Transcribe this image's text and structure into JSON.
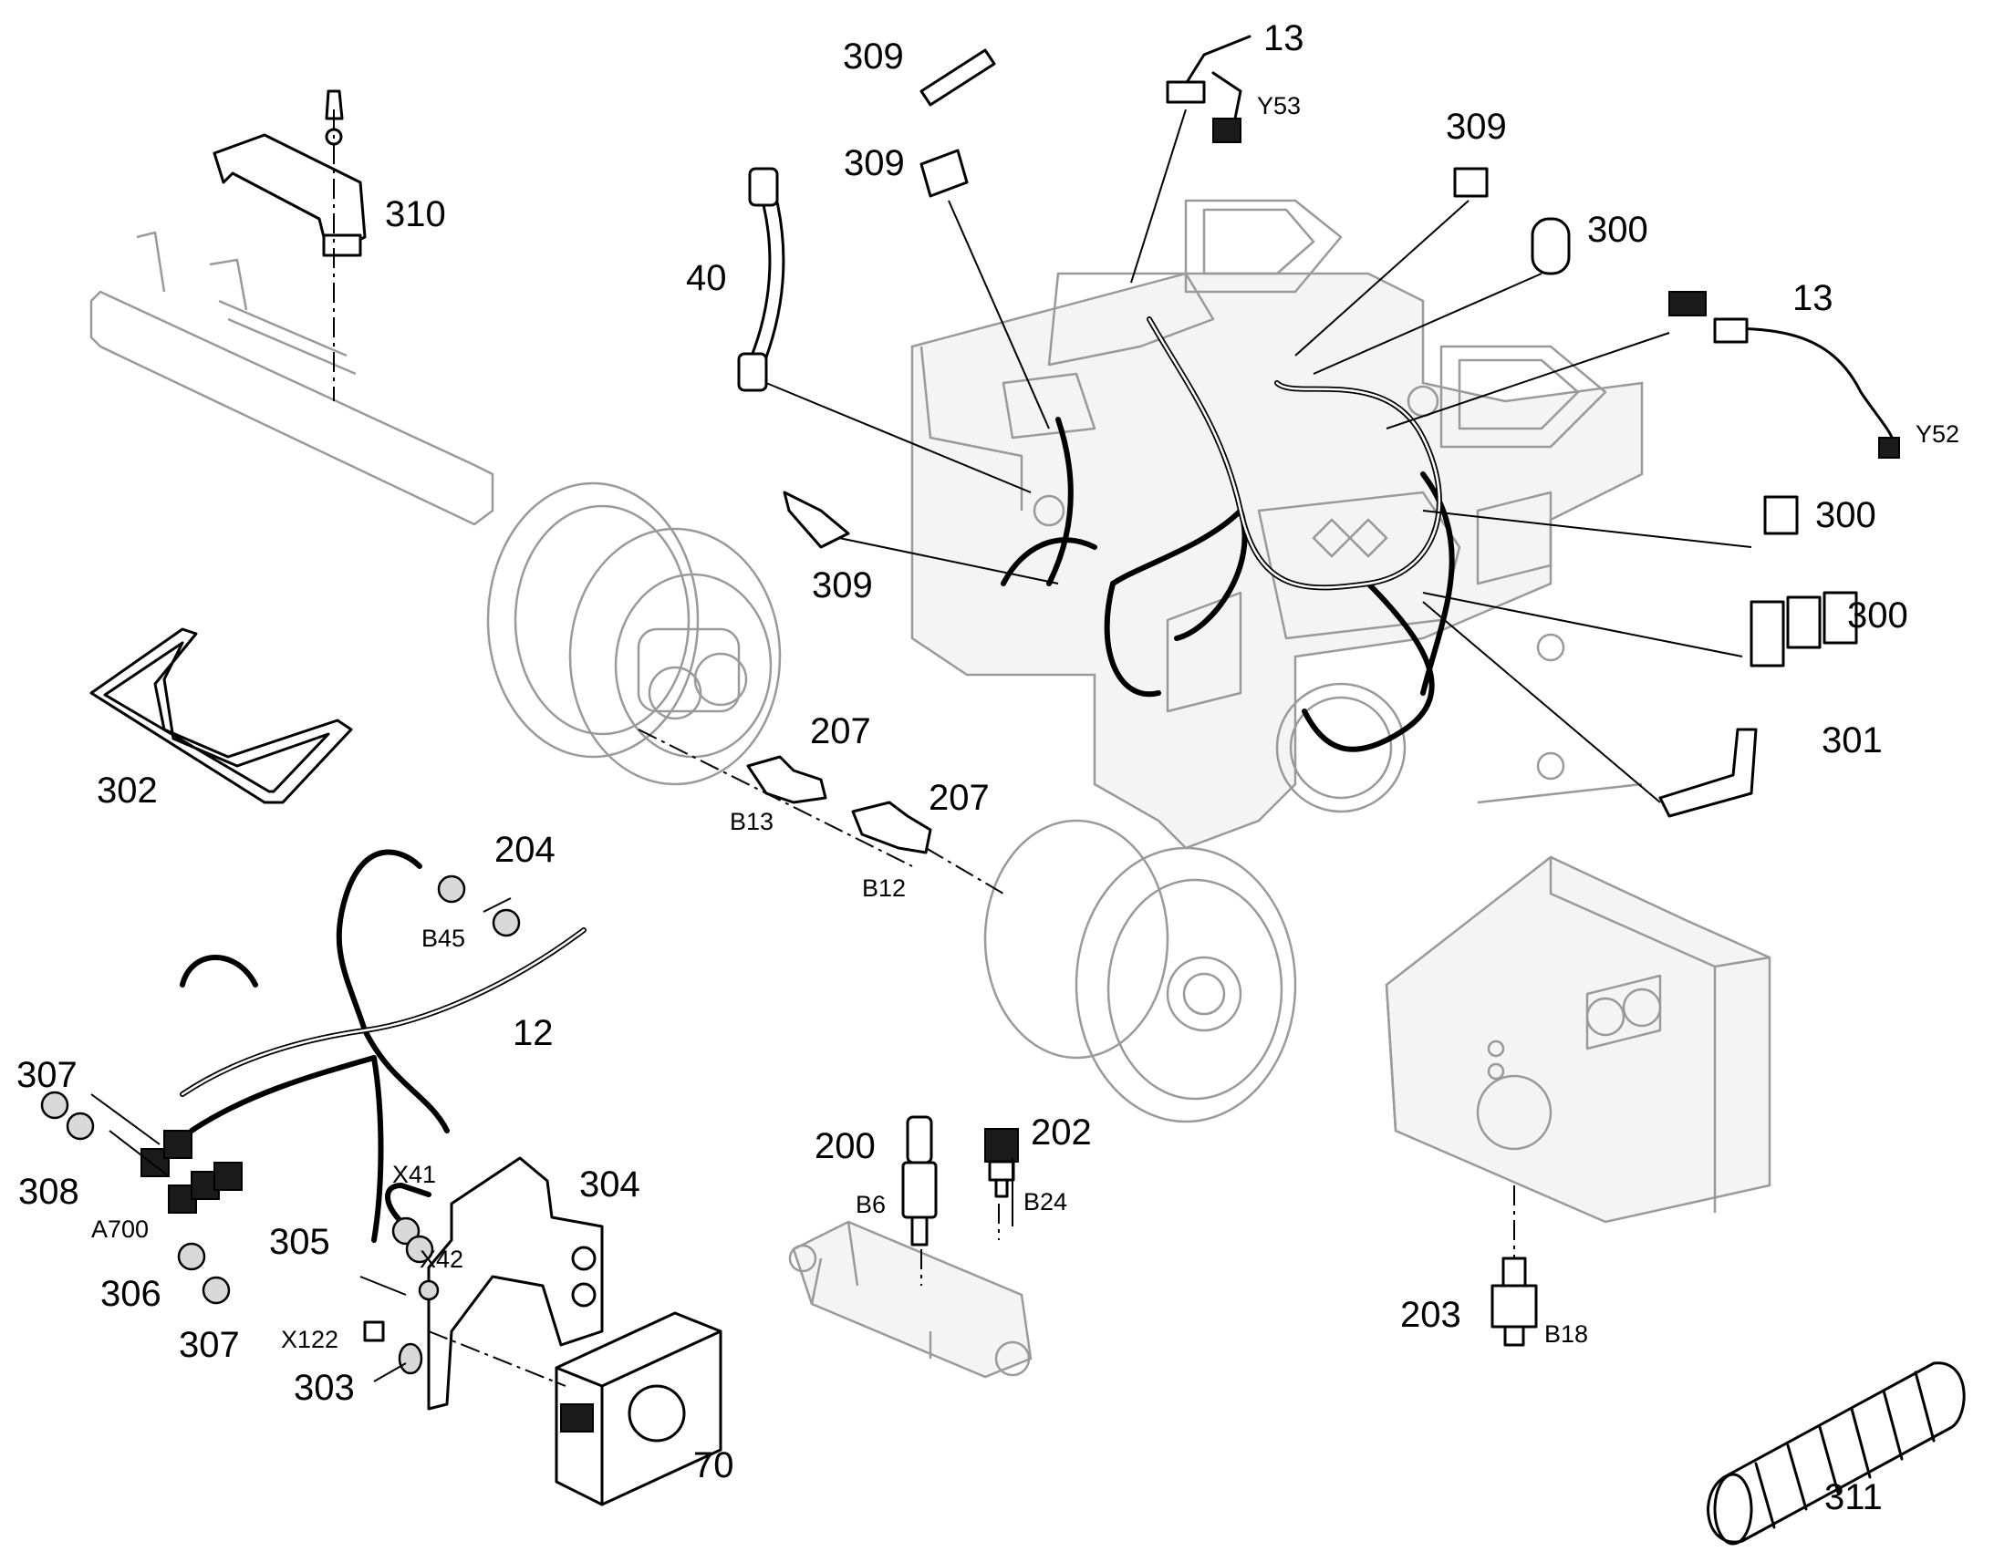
{
  "callouts": {
    "c309a": "309",
    "c13a": "13",
    "y53": "Y53",
    "c309b": "309",
    "c309c": "309",
    "c300a": "300",
    "c13b": "13",
    "y52": "Y52",
    "c40": "40",
    "c310": "310",
    "c300b": "300",
    "c309d": "309",
    "c300c": "300",
    "c301": "301",
    "c302": "302",
    "c207a": "207",
    "b13": "B13",
    "c207b": "207",
    "b12": "B12",
    "c204": "204",
    "b45": "B45",
    "c12": "12",
    "c307a": "307",
    "c308": "308",
    "a700": "A700",
    "c306": "306",
    "c307b": "307",
    "x41": "X41",
    "x42": "X42",
    "c304": "304",
    "c305": "305",
    "x122": "X122",
    "c303": "303",
    "c70": "70",
    "c200": "200",
    "b6": "B6",
    "c202": "202",
    "b24": "B24",
    "c203": "203",
    "b18": "B18",
    "c311": "311"
  }
}
